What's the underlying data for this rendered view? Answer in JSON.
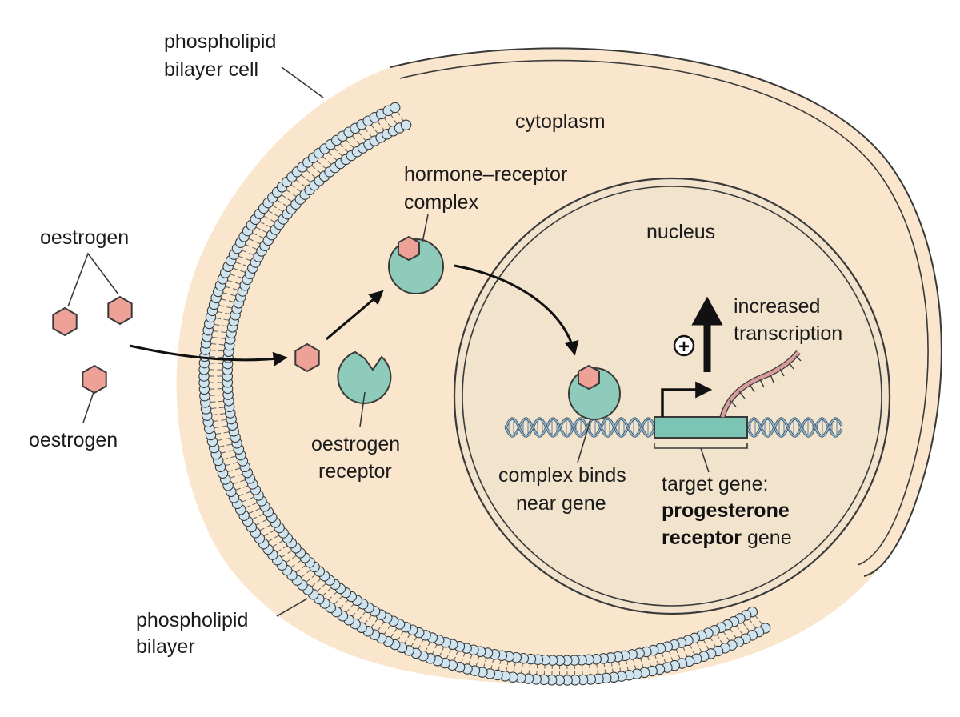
{
  "labels": {
    "membrane_top_1": "phospholipid",
    "membrane_top_2": "bilayer cell",
    "cytoplasm": "cytoplasm",
    "complex_1": "hormone–receptor",
    "complex_2": "complex",
    "nucleus": "nucleus",
    "oestrogen_top": "oestrogen",
    "oestrogen_bottom": "oestrogen",
    "receptor_1": "oestrogen",
    "receptor_2": "receptor",
    "increased_1": "increased",
    "increased_2": "transcription",
    "binds_1": "complex binds",
    "binds_2": "near gene",
    "target_1": "target gene:",
    "target_2": "progesterone",
    "target_3a": "receptor",
    "target_3b": " gene",
    "membrane_bottom_1": "phospholipid",
    "membrane_bottom_2": "bilayer",
    "plus_symbol": "+"
  },
  "colors": {
    "cytoplasm": "#f9e6cc",
    "nucleus": "#f1e3cc",
    "outline": "#3a3a3a",
    "phospholipid_head": "#cfe4ee",
    "receptor": "#8fcbbb",
    "hormone": "#eea196",
    "dna": "#8fb0c8",
    "gene_box": "#7cc4b4",
    "mrna": "#d99c9c"
  }
}
